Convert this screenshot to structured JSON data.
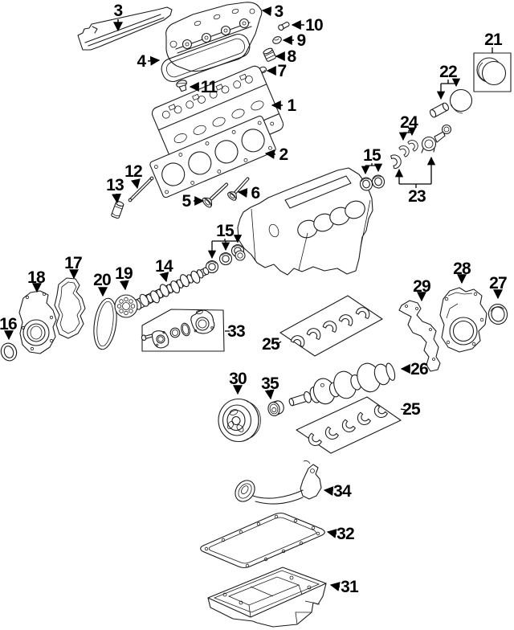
{
  "diagram": {
    "kind": "exploded-engine-parts-diagram",
    "background_color": "#ffffff",
    "line_color": "#1b1b1b",
    "label_color": "#000000",
    "callouts": [
      {
        "number": "3",
        "part": "valve-cover-left"
      },
      {
        "number": "3",
        "part": "valve-cover-right"
      },
      {
        "number": "10",
        "part": "bolt"
      },
      {
        "number": "9",
        "part": "grommet"
      },
      {
        "number": "8",
        "part": "cap"
      },
      {
        "number": "7",
        "part": "retainer"
      },
      {
        "number": "4",
        "part": "valve-cover-gasket"
      },
      {
        "number": "11",
        "part": "bolt"
      },
      {
        "number": "1",
        "part": "cylinder-head"
      },
      {
        "number": "2",
        "part": "head-gasket"
      },
      {
        "number": "5",
        "part": "valve"
      },
      {
        "number": "6",
        "part": "valve"
      },
      {
        "number": "12",
        "part": "push-rod"
      },
      {
        "number": "13",
        "part": "valve-lifter"
      },
      {
        "number": "15",
        "part": "seal-set-camshaft"
      },
      {
        "number": "14",
        "part": "camshaft"
      },
      {
        "number": "17",
        "part": "front-cover-gasket"
      },
      {
        "number": "18",
        "part": "front-cover"
      },
      {
        "number": "20",
        "part": "timing-chain"
      },
      {
        "number": "19",
        "part": "camshaft-retainer"
      },
      {
        "number": "16",
        "part": "front-crankshaft-seal"
      },
      {
        "number": "33",
        "part": "oil-pump-kit"
      },
      {
        "number": "30",
        "part": "crankshaft-balancer"
      },
      {
        "number": "25",
        "part": "main-bearings-upper"
      },
      {
        "number": "26",
        "part": "crankshaft"
      },
      {
        "number": "35",
        "part": "pilot-bearing"
      },
      {
        "number": "25",
        "part": "main-bearings-lower"
      },
      {
        "number": "29",
        "part": "rear-cover-gasket"
      },
      {
        "number": "28",
        "part": "rear-cover"
      },
      {
        "number": "27",
        "part": "rear-main-seal"
      },
      {
        "number": "21",
        "part": "piston-ring-set"
      },
      {
        "number": "22",
        "part": "piston-and-pin"
      },
      {
        "number": "24",
        "part": "rod-bearings"
      },
      {
        "number": "23",
        "part": "connecting-rod-and-bearing"
      },
      {
        "number": "15",
        "part": "seal-pair-valve-stem"
      },
      {
        "number": "34",
        "part": "oil-pickup-tube"
      },
      {
        "number": "32",
        "part": "oil-pan-gasket"
      },
      {
        "number": "31",
        "part": "oil-pan"
      }
    ]
  }
}
